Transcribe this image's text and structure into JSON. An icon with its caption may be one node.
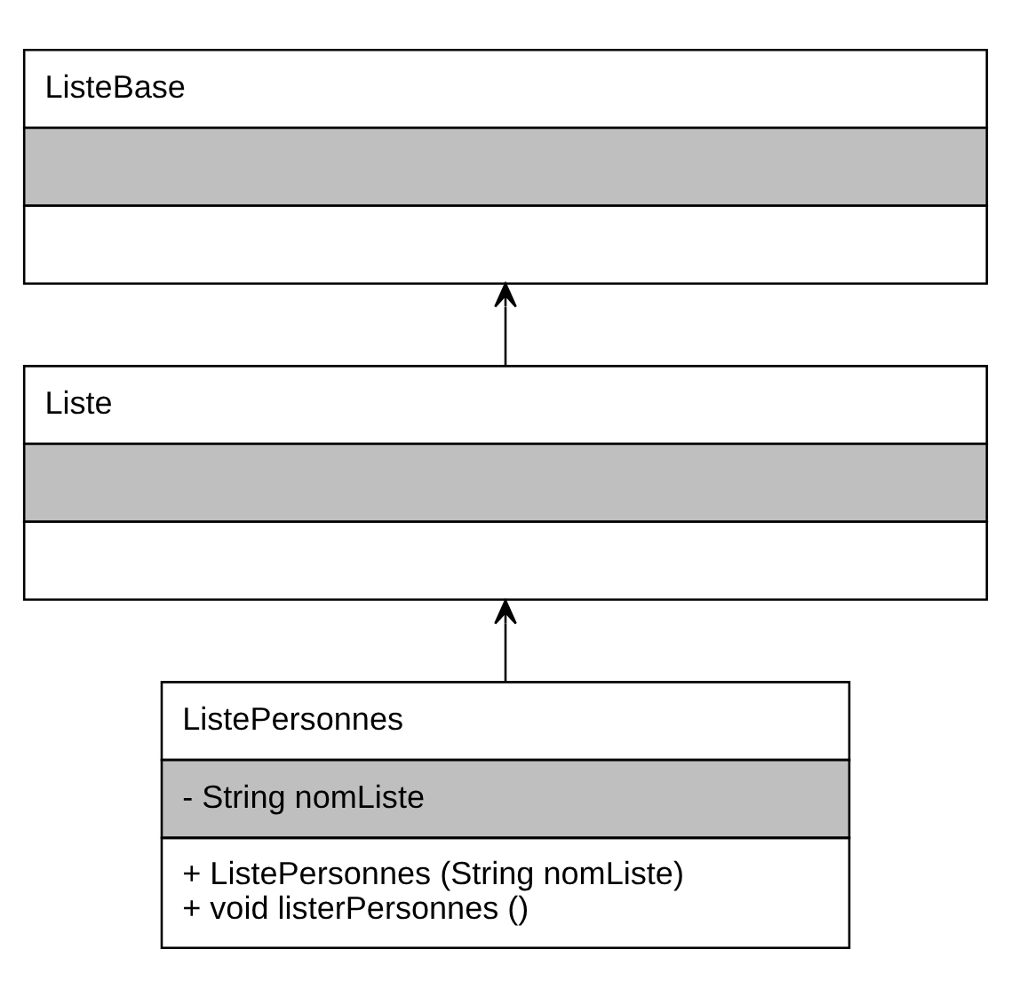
{
  "diagram": {
    "nodes": [
      {
        "text": [
          "ListeBase"
        ]
      },
      {
        "text": [
          "Liste"
        ]
      },
      {
        "text": [
          "ListePersonnes",
          "- String nomListe",
          "+ ListePersonnes (String nomListe)",
          "+ void listerPersonnes ()"
        ]
      }
    ],
    "edges": [
      {
        "from": 1,
        "to": 0,
        "arrow": "to"
      },
      {
        "from": 2,
        "to": 1,
        "arrow": "to"
      }
    ]
  }
}
